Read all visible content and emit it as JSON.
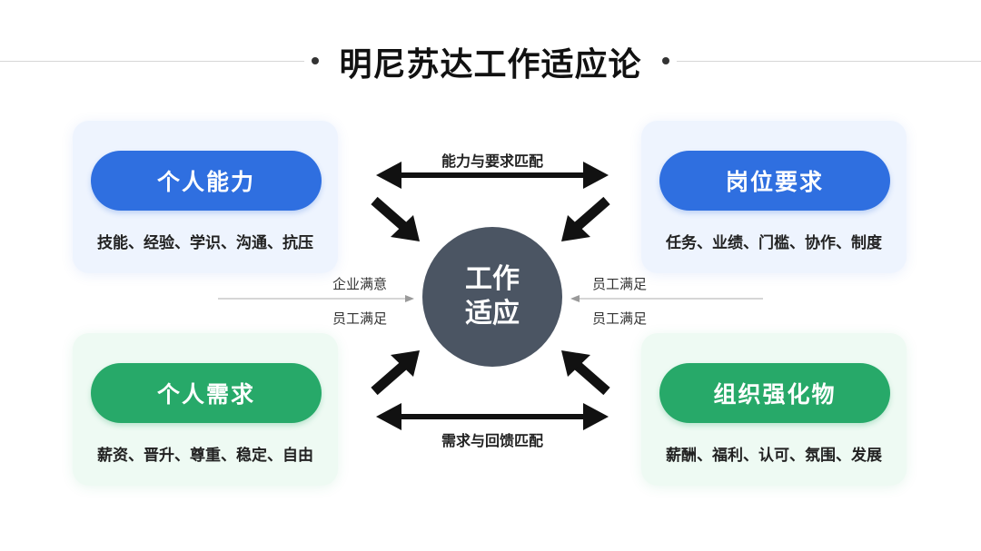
{
  "title": "明尼苏达工作适应论",
  "center": {
    "line1": "工作",
    "line2": "适应"
  },
  "cards": {
    "personal_ability": {
      "label": "个人能力",
      "items": "技能、经验、学识、沟通、抗压"
    },
    "job_requirements": {
      "label": "岗位要求",
      "items": "任务、业绩、门槛、协作、制度"
    },
    "personal_needs": {
      "label": "个人需求",
      "items": "薪资、晋升、尊重、稳定、自由"
    },
    "org_reinforcers": {
      "label": "组织强化物",
      "items": "薪酬、福利、认可、氛围、发展"
    }
  },
  "arrows": {
    "top_label": "能力与要求匹配",
    "bottom_label": "需求与回馈匹配"
  },
  "side_labels": {
    "left_top": "企业满意",
    "left_bottom": "员工满足",
    "right_top": "员工满足",
    "right_bottom": "员工满足"
  },
  "colors": {
    "blue": "#2f6fe0",
    "green": "#27a969",
    "center": "#4b5563"
  }
}
